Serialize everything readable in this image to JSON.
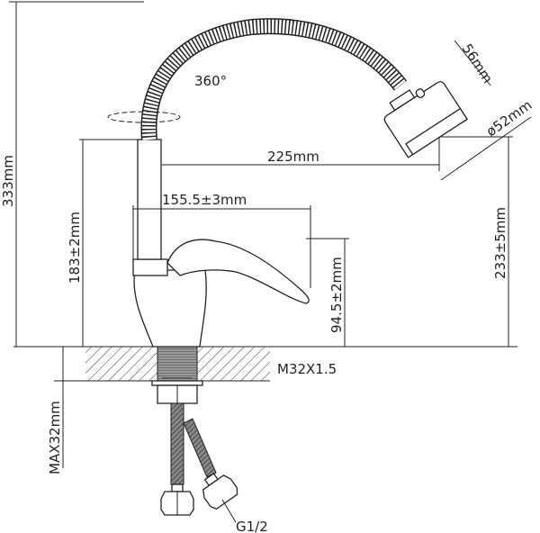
{
  "labels": {
    "rotation": "360°",
    "spout_reach": "225mm",
    "handle_reach": "155.5±3mm",
    "total_height": "333mm",
    "body_height": "183±2mm",
    "spout_height": "233±5mm",
    "handle_height": "94.5±2mm",
    "head_length": "56mm",
    "head_diameter": "ø52mm",
    "thread": "M32X1.5",
    "max_thickness": "MAX32mm",
    "connector": "G1/2"
  },
  "colors": {
    "line": "#222222",
    "background": "#ffffff"
  }
}
